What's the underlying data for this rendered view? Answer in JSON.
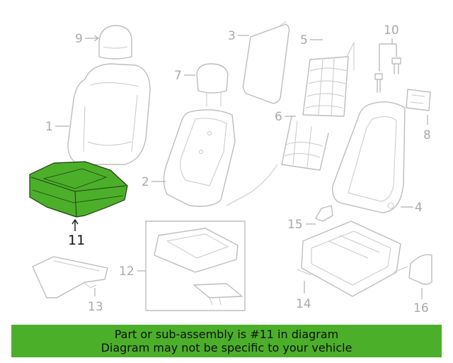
{
  "diagram": {
    "highlight_color": "#4caf2a",
    "callouts": [
      "1",
      "2",
      "3",
      "4",
      "5",
      "6",
      "7",
      "8",
      "9",
      "10",
      "11",
      "12",
      "13",
      "14",
      "15",
      "16"
    ],
    "highlighted_part": "11"
  },
  "banner": {
    "line1": "Part or sub-assembly is #11 in diagram",
    "line2": "Diagram may not be specific to your vehicle"
  }
}
